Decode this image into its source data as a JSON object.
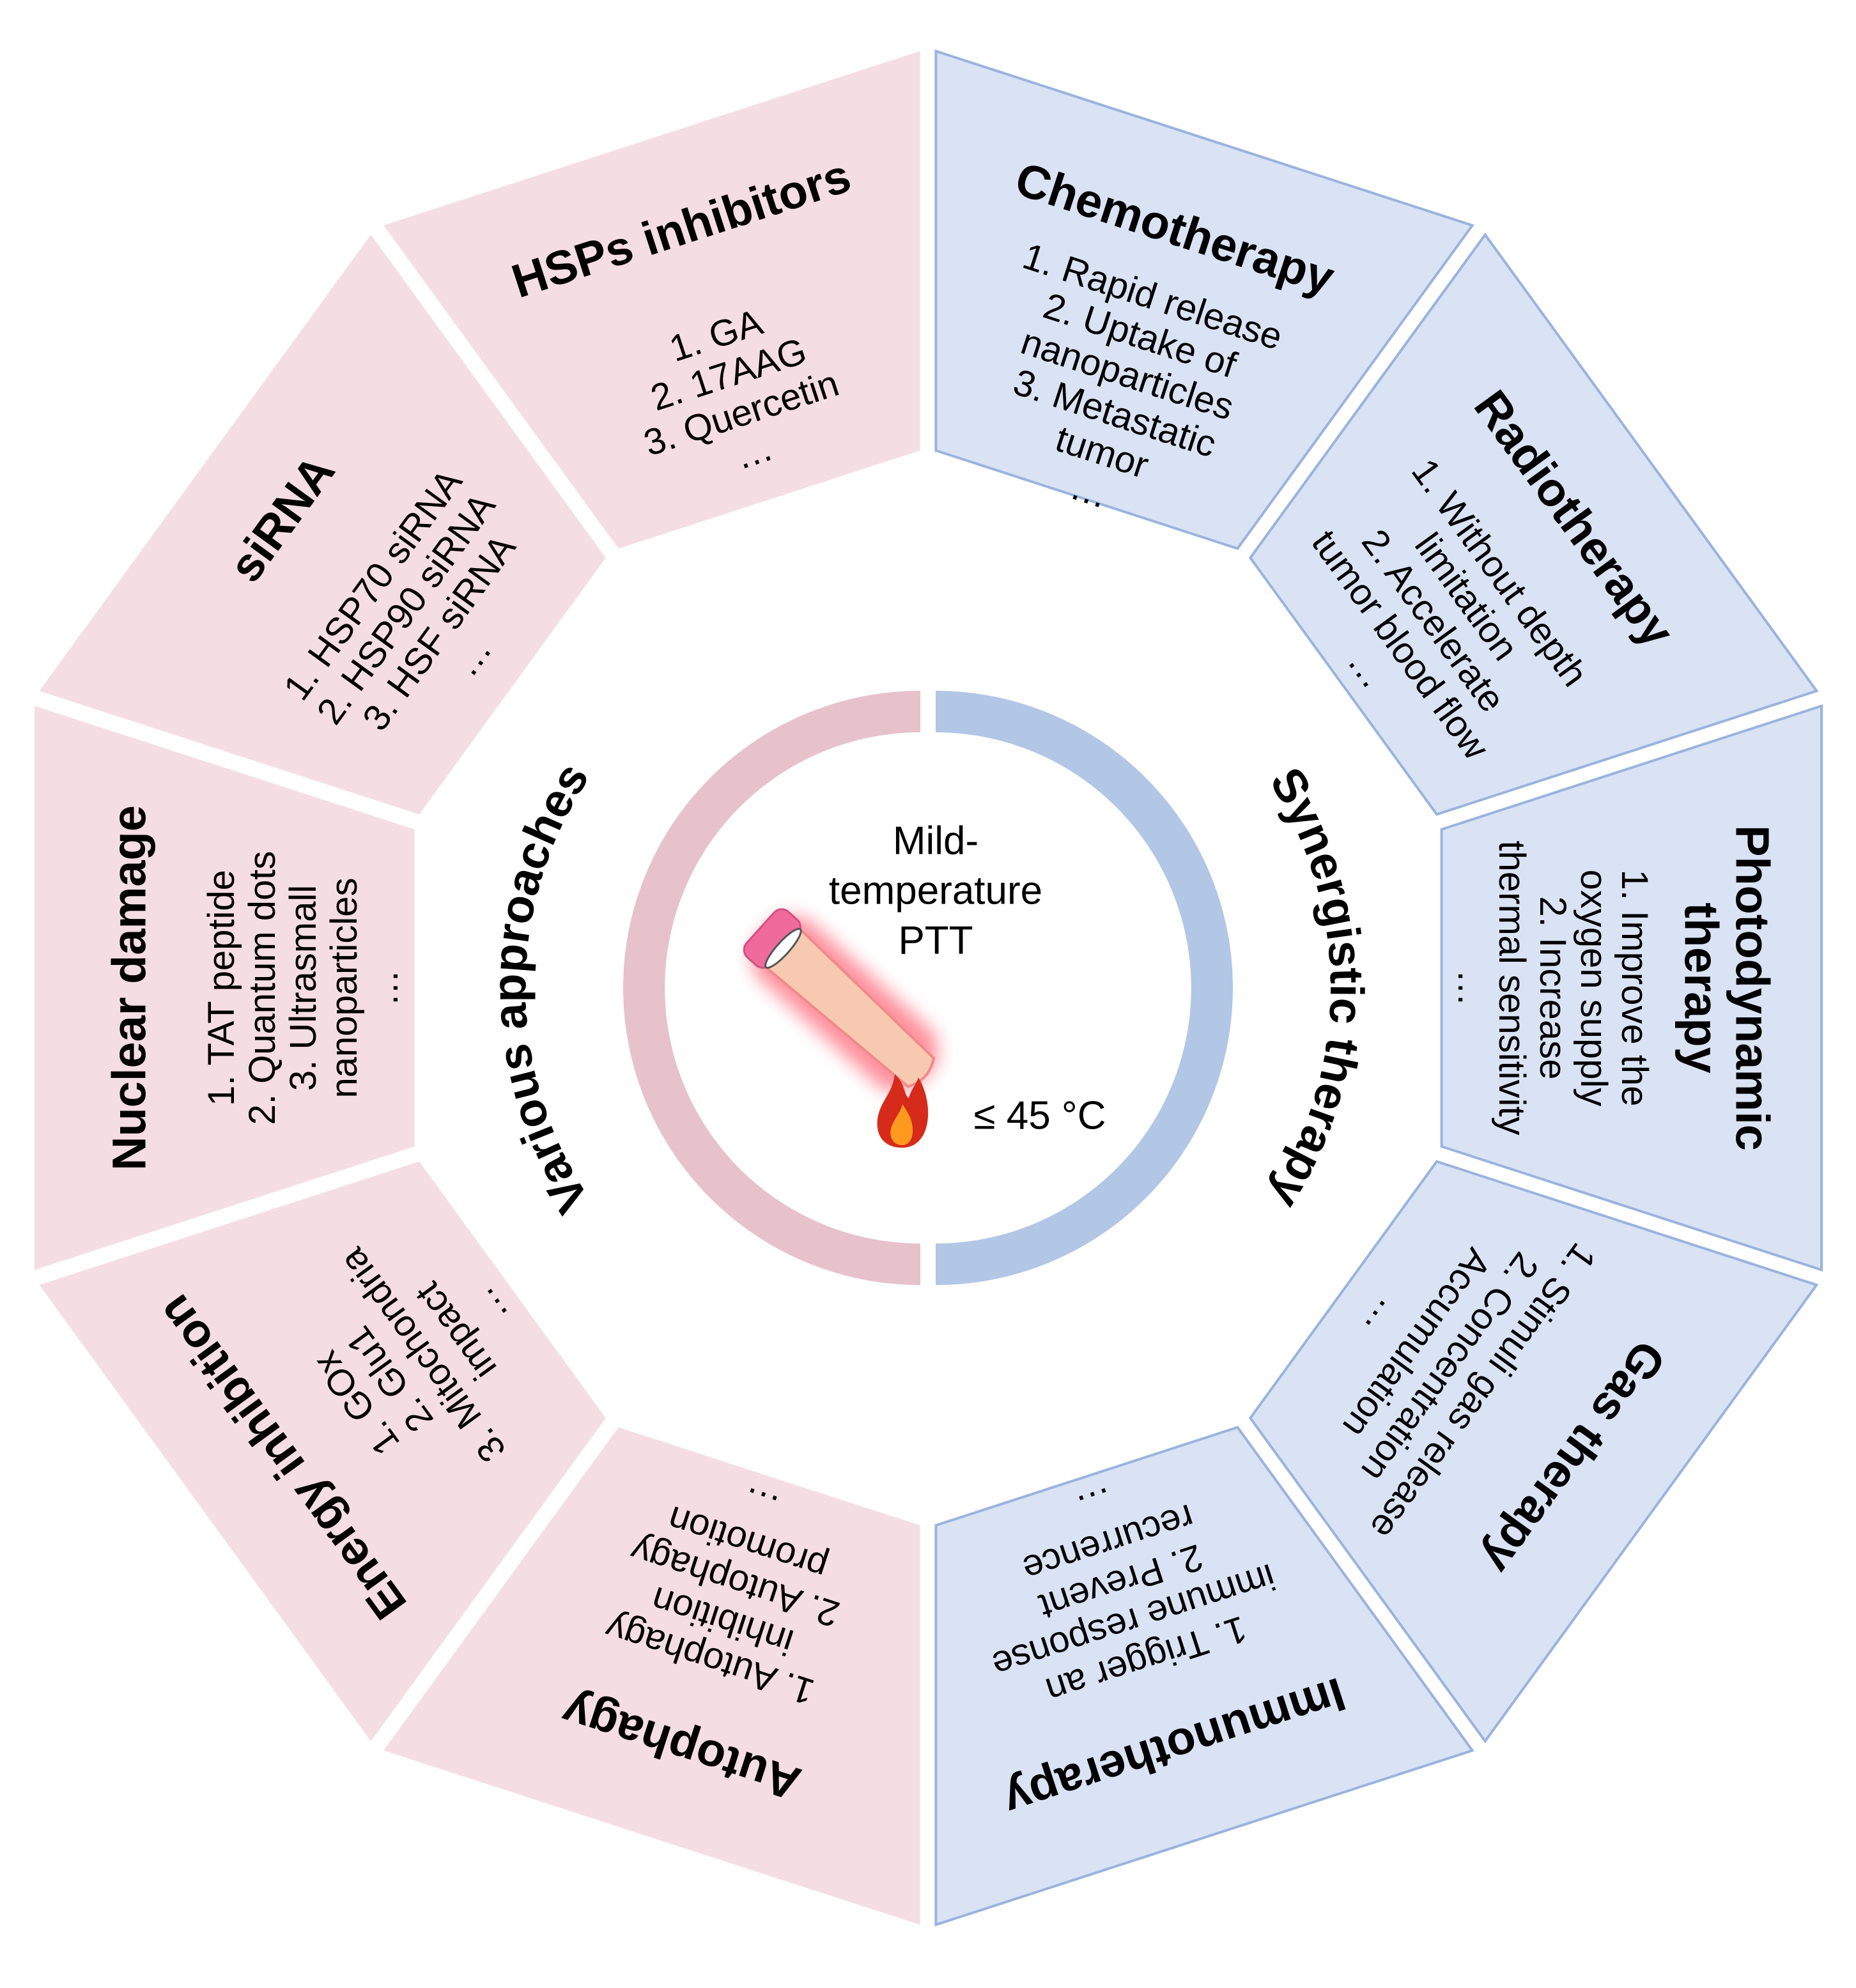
{
  "colors": {
    "pink_panel": "#f4dde3",
    "pink_ring": "#e7c2cb",
    "blue_panel": "#d9e3f4",
    "blue_ring": "#b2c6e6",
    "blue_stroke": "#9ab3de",
    "flame_outer": "#d62a1a",
    "flame_inner": "#ff9a1f",
    "tube": "#f7c9b0",
    "tube_glow": "#ff6b7c",
    "cap": "#f06b9b"
  },
  "center": {
    "lines": [
      "Mild-",
      "temperature",
      "PTT"
    ],
    "temp": "≤ 45 °C",
    "icons": [
      "thermometer-icon",
      "flame-icon"
    ]
  },
  "rings": {
    "left_label": "Various approaches",
    "right_label": "Synergistic therapy"
  },
  "segments": [
    {
      "key": "chemotherapy",
      "side": "blue",
      "title": [
        "Chemotherapy"
      ],
      "items": [
        "1. Rapid release",
        "2. Uptake of",
        "nanoparticles",
        "3. Metastatic",
        "tumor",
        "…"
      ]
    },
    {
      "key": "radiotherapy",
      "side": "blue",
      "title": [
        "Radiotherapy"
      ],
      "items": [
        "1. Without depth",
        "limitation",
        "2. Accelerate",
        "tumor blood flow",
        "…"
      ]
    },
    {
      "key": "photodynamic-therapy",
      "side": "blue",
      "title": [
        "Photodynamic",
        "therapy"
      ],
      "items": [
        "1. Improve the",
        "oxygen supply",
        "2. Increase",
        "thermal sensitivity",
        "…"
      ]
    },
    {
      "key": "gas-therapy",
      "side": "blue",
      "title": [
        "Gas therapy"
      ],
      "items": [
        "1. Stimuli gas release",
        "2. Concentration",
        "Accumulation",
        "…"
      ]
    },
    {
      "key": "immunotherapy",
      "side": "blue",
      "title": [
        "Immunotherapy"
      ],
      "items": [
        "1. Trigger an",
        "immune response",
        "2. Prevent",
        "recurrence",
        "…"
      ]
    },
    {
      "key": "autophagy",
      "side": "pink",
      "title": [
        "Autophagy"
      ],
      "items": [
        "1. Autophagy",
        "inhibition",
        "2. Autophagy",
        "promotion",
        "…"
      ]
    },
    {
      "key": "energy-inhibition",
      "side": "pink",
      "title": [
        "Energy inhibition"
      ],
      "items": [
        "1. GOx",
        "2. Glu1",
        "3. Mitochondria",
        "impact",
        "…"
      ]
    },
    {
      "key": "nuclear-damage",
      "side": "pink",
      "title": [
        "Nuclear damage"
      ],
      "items": [
        "1. TAT peptide",
        "2. Quantum dots",
        "3. Ultrasmall",
        "nanoparticles",
        "…"
      ]
    },
    {
      "key": "sirna",
      "side": "pink",
      "title": [
        "siRNA"
      ],
      "items": [
        "1. HSP70 siRNA",
        "2. HSP90 siRNA",
        "3. HSF siRNA",
        "…"
      ]
    },
    {
      "key": "hsps-inhibitors",
      "side": "pink",
      "title": [
        "HSPs inhibitors"
      ],
      "items": [
        "1. GA",
        "2. 17AAG",
        "3. Quercetin",
        "…"
      ]
    }
  ]
}
